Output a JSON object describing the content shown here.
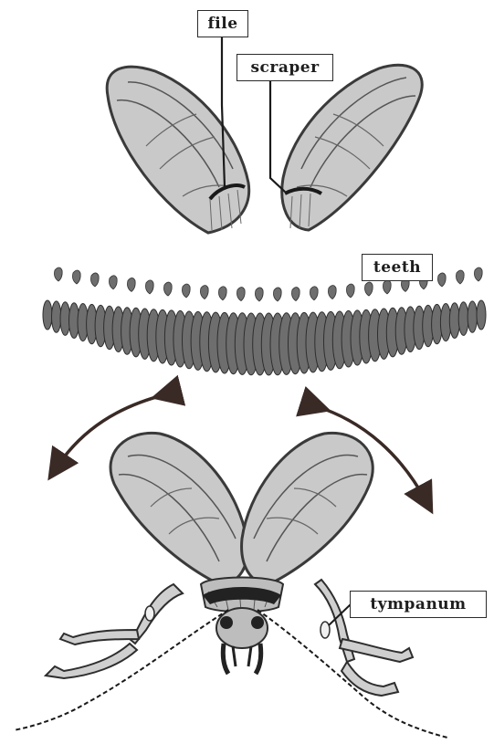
{
  "labels": {
    "file": "file",
    "scraper": "scraper",
    "teeth": "teeth",
    "tympanum": "tympanum"
  },
  "colors": {
    "wing_fill": "#c9c9c9",
    "wing_outline": "#3a3a3a",
    "teeth_fill": "#6e6e6e",
    "body_dark": "#222222",
    "arrow": "#3a2a26"
  }
}
